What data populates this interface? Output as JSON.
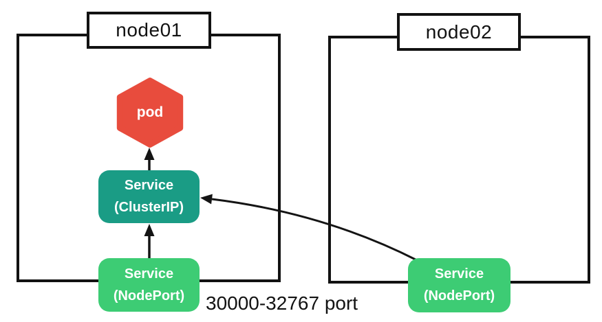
{
  "diagram": {
    "nodes": [
      {
        "label": "node01"
      },
      {
        "label": "node02"
      }
    ],
    "pod": {
      "label": "pod"
    },
    "services": {
      "cluster_ip": {
        "line1": "Service",
        "line2": "(ClusterIP)"
      },
      "node_port_1": {
        "line1": "Service",
        "line2": "(NodePort)"
      },
      "node_port_2": {
        "line1": "Service",
        "line2": "(NodePort)"
      }
    },
    "annotations": {
      "port_range": "30000-32767 port"
    },
    "colors": {
      "pod_red": "#e84c3d",
      "cluster_ip_teal": "#1a9c85",
      "node_port_green": "#3dcc74",
      "line_black": "#141414",
      "background": "#ffffff"
    }
  }
}
